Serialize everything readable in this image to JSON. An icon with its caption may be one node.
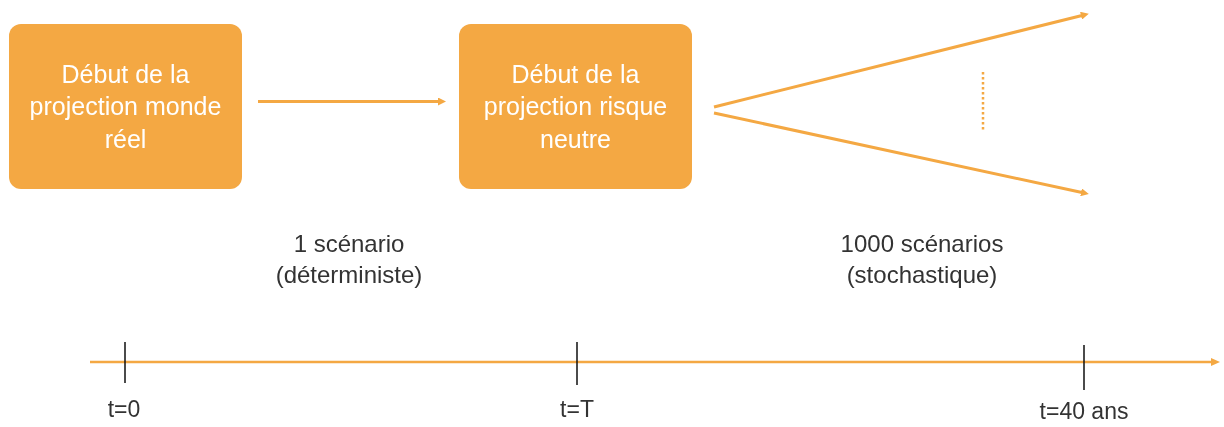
{
  "diagram": {
    "nodes": [
      {
        "text": [
          "Début de la projection monde réel"
        ]
      },
      {
        "text": [
          "Début de la projection risque neutre"
        ]
      }
    ],
    "edges": [
      {
        "from": 0,
        "to": 1,
        "arrow": "to"
      },
      {
        "from": 1,
        "to": null,
        "arrow": "to"
      },
      {
        "from": 1,
        "to": null,
        "arrow": "to"
      }
    ],
    "labels": [
      "1 scénario (déterministe)",
      "1000 scénarios (stochastique)",
      "t=0",
      "t=T",
      "t=40 ans"
    ]
  }
}
